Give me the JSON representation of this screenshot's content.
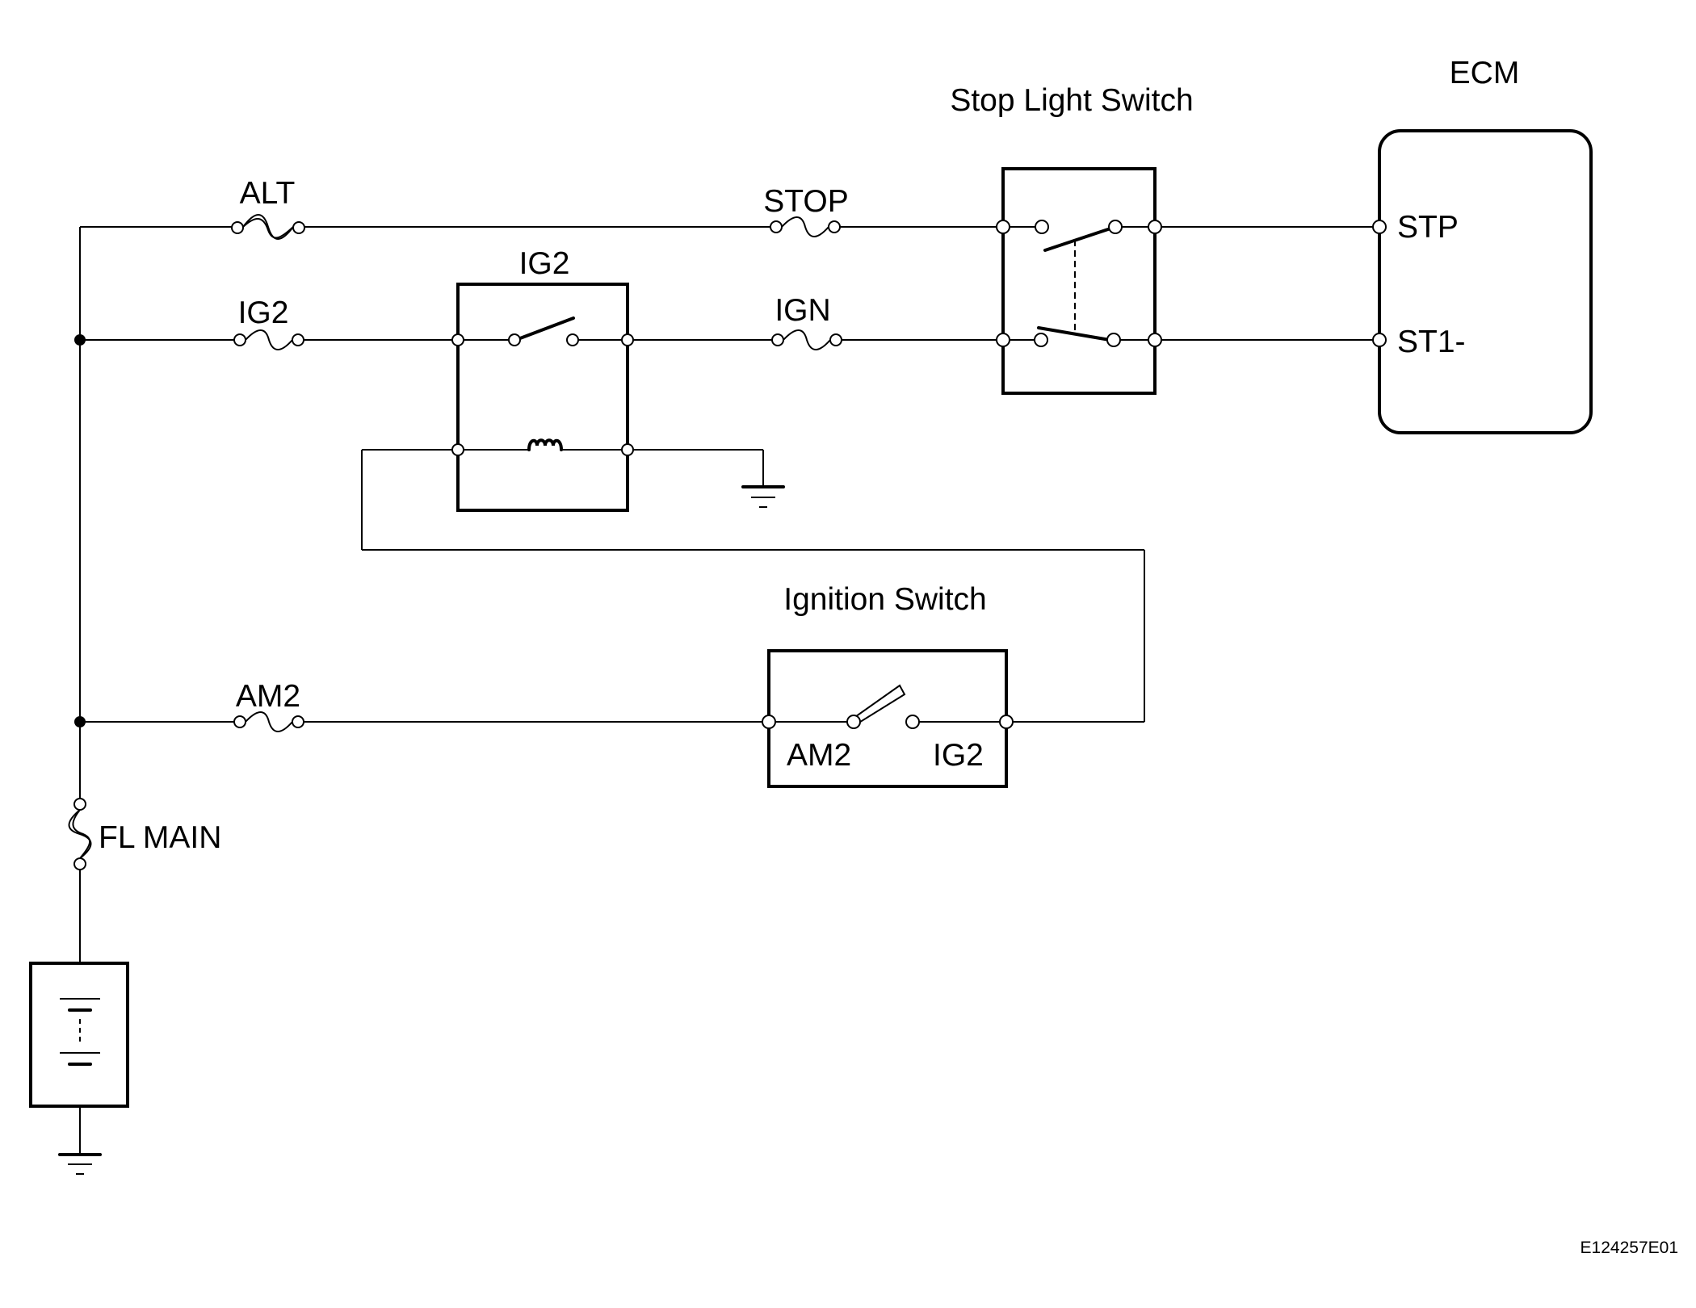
{
  "colors": {
    "line": "#000000",
    "background": "#ffffff"
  },
  "labels": {
    "stop_light_switch": "Stop Light Switch",
    "ecm": "ECM",
    "ignition_switch": "Ignition Switch",
    "relay_ig2": "IG2"
  },
  "fuses": {
    "alt": "ALT",
    "stop": "STOP",
    "ig2": "IG2",
    "ign": "IGN",
    "am2": "AM2",
    "fl_main": "FL MAIN"
  },
  "terminals": {
    "ecm_stp": "STP",
    "ecm_st1": "ST1-",
    "ignition_am2": "AM2",
    "ignition_ig2": "IG2"
  },
  "figure_code": "E124257E01"
}
